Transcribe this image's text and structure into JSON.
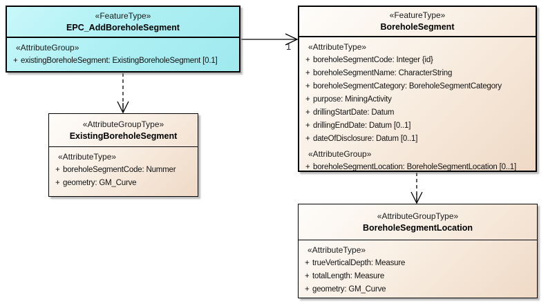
{
  "diagram": {
    "classes": [
      {
        "stereotype": "«FeatureType»",
        "name": "EPC_AddBoreholeSegment",
        "fill": "#aef0f4",
        "sections": [
          {
            "title": "«AttributeGroup»",
            "attributes": [
              {
                "vis": "+",
                "text": "existingBoreholeSegment: ExistingBoreholeSegment [0.1]"
              }
            ]
          }
        ]
      },
      {
        "stereotype": "«FeatureType»",
        "name": "BoreholeSegment",
        "fill": "#f5e4d3",
        "sections": [
          {
            "title": "«AttributeType»",
            "attributes": [
              {
                "vis": "+",
                "text": "boreholeSegmentCode: Integer {id}"
              },
              {
                "vis": "+",
                "text": "boreholeSegmentName: CharacterString"
              },
              {
                "vis": "+",
                "text": "boreholeSegmentCategory: BoreholeSegmentCategory"
              },
              {
                "vis": "+",
                "text": "purpose: MiningActivity"
              },
              {
                "vis": "+",
                "text": "drillingStartDate: Datum"
              },
              {
                "vis": "+",
                "text": "drillingEndDate: Datum [0..1]"
              },
              {
                "vis": "+",
                "text": "dateOfDisclosure: Datum [0..1]"
              }
            ]
          },
          {
            "title": "«AttributeGroup»",
            "attributes": [
              {
                "vis": "+",
                "text": "boreholeSegmentLocation: BoreholeSegmentLocation [0..1]"
              }
            ]
          }
        ]
      },
      {
        "stereotype": "«AttributeGroupType»",
        "name": "ExistingBoreholeSegment",
        "fill": "#f5e4d3",
        "sections": [
          {
            "title": "«AttributeType»",
            "attributes": [
              {
                "vis": "+",
                "text": "boreholeSegmentCode: Nummer"
              },
              {
                "vis": "+",
                "text": "geometry: GM_Curve"
              }
            ]
          }
        ]
      },
      {
        "stereotype": "«AttributeGroupType»",
        "name": "BoreholeSegmentLocation",
        "fill": "#f5e4d3",
        "sections": [
          {
            "title": "«AttributeType»",
            "attributes": [
              {
                "vis": "+",
                "text": "trueVerticalDepth: Measure"
              },
              {
                "vis": "+",
                "text": "totalLength: Measure"
              },
              {
                "vis": "+",
                "text": "geometry: GM_Curve"
              }
            ]
          }
        ]
      }
    ],
    "connectors": [
      {
        "type": "association",
        "style": "solid-open-arrow",
        "from": "EPC_AddBoreholeSegment",
        "to": "BoreholeSegment",
        "target_multiplicity": "1"
      },
      {
        "type": "dependency",
        "style": "dashed-open-arrow",
        "from": "EPC_AddBoreholeSegment",
        "to": "ExistingBoreholeSegment"
      },
      {
        "type": "dependency",
        "style": "dashed-open-arrow",
        "from": "BoreholeSegment",
        "to": "BoreholeSegmentLocation"
      }
    ],
    "colors": {
      "feature_fill": "#aef0f4",
      "group_fill": "#f1dcc9",
      "border": "#000000",
      "background": "#ffffff"
    }
  }
}
